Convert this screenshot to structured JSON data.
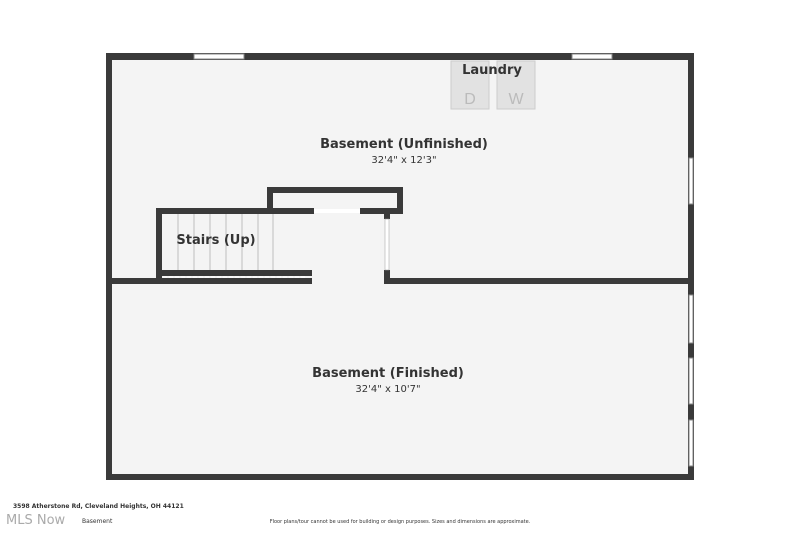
{
  "rooms": {
    "unfinished": {
      "name": "Basement (Unfinished)",
      "dims": "32'4\" x 12'3\""
    },
    "finished": {
      "name": "Basement (Finished)",
      "dims": "32'4\" x 10'7\""
    },
    "laundry": {
      "name": "Laundry",
      "dryer": "D",
      "washer": "W"
    },
    "stairs": {
      "name": "Stairs (Up)"
    }
  },
  "footer": {
    "address": "3598 Atherstone Rd, Cleveland Heights, OH 44121",
    "floor": "Basement",
    "watermark": "MLS Now",
    "disclaimer": "Floor plans/tour cannot be used for building or design purposes. Sizes and dimensions are approximate."
  },
  "colors": {
    "wall": "#3a3a3a",
    "floor": "#f4f4f4",
    "appliance": "#e2e2e2"
  }
}
